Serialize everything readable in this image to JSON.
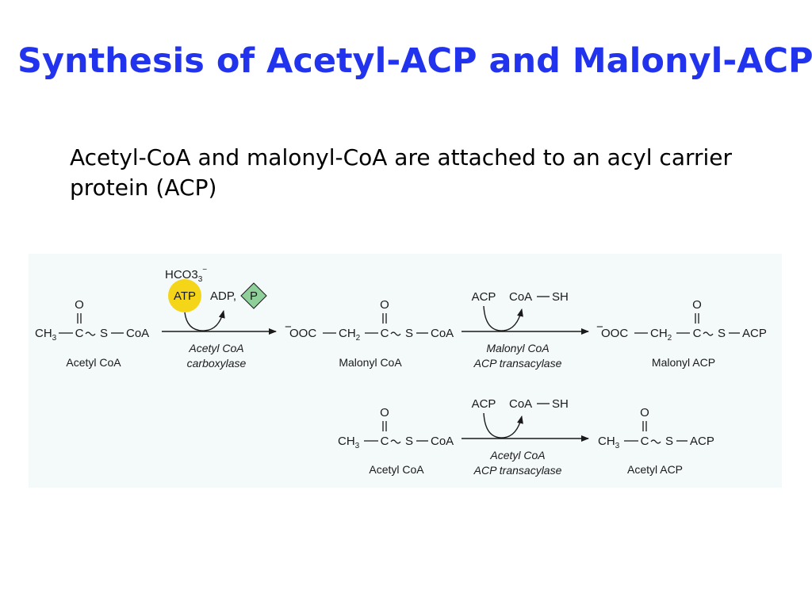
{
  "title": "Synthesis of Acetyl-ACP and Malonyl-ACP",
  "subtitle": "Acetyl-CoA and malonyl-CoA are attached to an acyl carrier protein (ACP)",
  "colors": {
    "title": "#2233ee",
    "atp": "#f5d518",
    "phosphate": "#8fcf9a"
  },
  "reaction1": {
    "substrate_label": "Acetyl CoA",
    "inputs": [
      "HCO3",
      "ATP"
    ],
    "outputs": [
      "ADP,",
      "P"
    ],
    "enzyme_line1": "Acetyl CoA",
    "enzyme_line2": "carboxylase",
    "product_label": "Malonyl CoA"
  },
  "reaction2": {
    "inputs": [
      "ACP"
    ],
    "outputs": [
      "CoA",
      "SH"
    ],
    "enzyme_line1": "Malonyl CoA",
    "enzyme_line2": "ACP transacylase",
    "product_label": "Malonyl ACP"
  },
  "reaction3": {
    "substrate_label": "Acetyl CoA",
    "inputs": [
      "ACP"
    ],
    "outputs": [
      "CoA",
      "SH"
    ],
    "enzyme_line1": "Acetyl CoA",
    "enzyme_line2": "ACP transacylase",
    "product_label": "Acetyl ACP"
  },
  "atoms": {
    "O": "O",
    "C": "C",
    "S": "S",
    "CoA": "CoA",
    "ACP": "ACP",
    "CH": "CH",
    "OOC": "OOC",
    "three": "3",
    "two": "2",
    "minus": "−"
  }
}
